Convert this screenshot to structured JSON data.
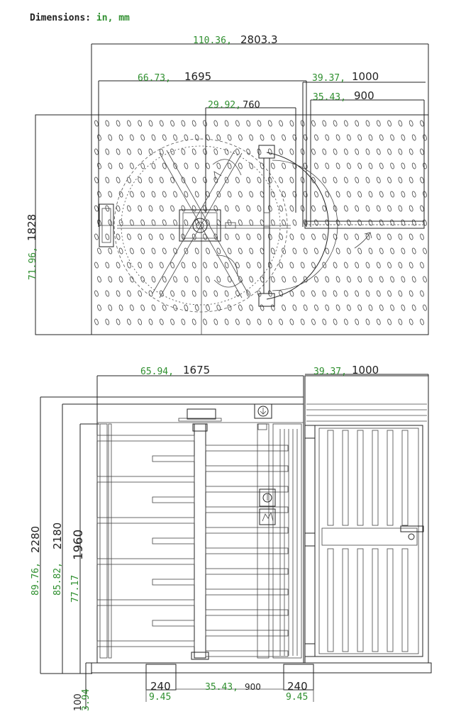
{
  "header": {
    "label": "Dimensions:",
    "units": "in, mm"
  },
  "top_view": {
    "overall": {
      "in": "110.36,",
      "mm": "2803.3"
    },
    "turnstile": {
      "in": "66.73,",
      "mm": "1695"
    },
    "gate": {
      "in": "39.37,",
      "mm": "1000"
    },
    "gate_opening": {
      "in": "35.43,",
      "mm": "900"
    },
    "passage": {
      "in": "29.92,",
      "mm": "760"
    },
    "depth": {
      "in": "71.96,",
      "mm": "1828"
    }
  },
  "front_view": {
    "turnstile_width": {
      "in": "65.94,",
      "mm": "1675"
    },
    "gate_width": {
      "in": "39.37,",
      "mm": "1000"
    },
    "overall_height": {
      "in": "89.76,",
      "mm": "2280"
    },
    "frame_height": {
      "in": "85.82,",
      "mm": "2180"
    },
    "arm_height": {
      "in": "77.17",
      "mm": "1960"
    },
    "base_height": {
      "in": "3.94",
      "mm": "100"
    },
    "left_foot": {
      "in": "9.45",
      "mm": "240"
    },
    "right_foot": {
      "in": "9.45",
      "mm": "240"
    },
    "foot_spacing": {
      "in": "35.43,",
      "mm": "900"
    }
  }
}
